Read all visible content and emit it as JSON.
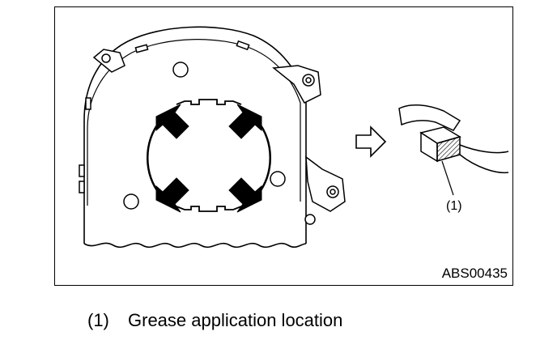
{
  "figure": {
    "code": "ABS00435",
    "callout": "(1)"
  },
  "caption": {
    "number": "(1)",
    "text": "Grease application location"
  },
  "icons": {
    "process_arrow": "hollow-right-arrow-icon",
    "grease_arrows": "solid-arrow-icon"
  },
  "colors": {
    "line": "#000000",
    "background": "#ffffff"
  }
}
